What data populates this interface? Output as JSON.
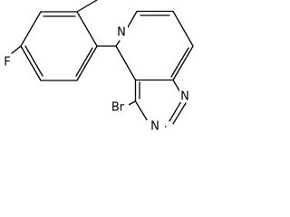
{
  "molecule": {
    "atoms": {
      "n_pyridine": "N",
      "n_pyrimidine_top": "N",
      "n_pyrimidine_bottom": "N",
      "bromine": "Br",
      "fluorine": "F"
    }
  },
  "colors": {
    "bond": "#000000",
    "background": "#ffffff"
  }
}
